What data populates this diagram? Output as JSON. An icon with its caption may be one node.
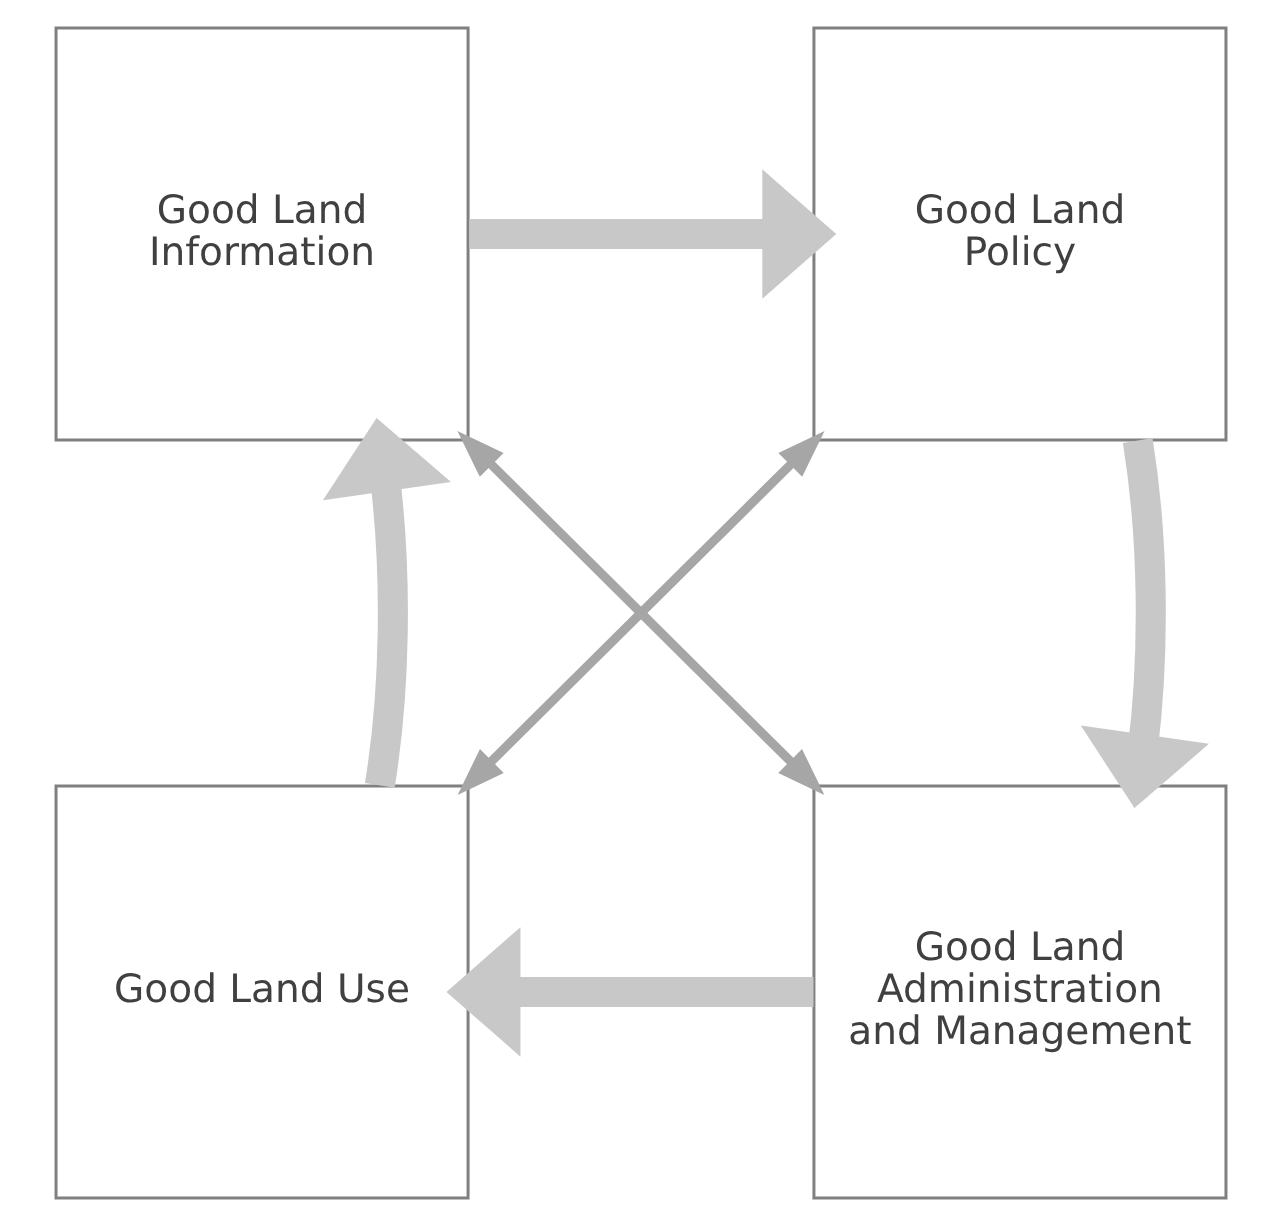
{
  "diagram": {
    "nodes": [
      {
        "text": [
          "Good Land Information"
        ]
      },
      {
        "text": [
          "Good Land Policy"
        ]
      },
      {
        "text": [
          "Good Land Use"
        ]
      },
      {
        "text": [
          "Good Land Administration and Management"
        ]
      }
    ],
    "edges": [
      {
        "from": 0,
        "to": 1,
        "arrow": "to"
      },
      {
        "from": 1,
        "to": 3,
        "arrow": "to"
      },
      {
        "from": 3,
        "to": 2,
        "arrow": "to"
      },
      {
        "from": 2,
        "to": 0,
        "arrow": "to"
      },
      {
        "from": 0,
        "to": 3,
        "arrow": "both",
        "color": "#a6a6a6"
      },
      {
        "from": 1,
        "to": 2,
        "arrow": "both",
        "color": "#a6a6a6"
      }
    ]
  }
}
